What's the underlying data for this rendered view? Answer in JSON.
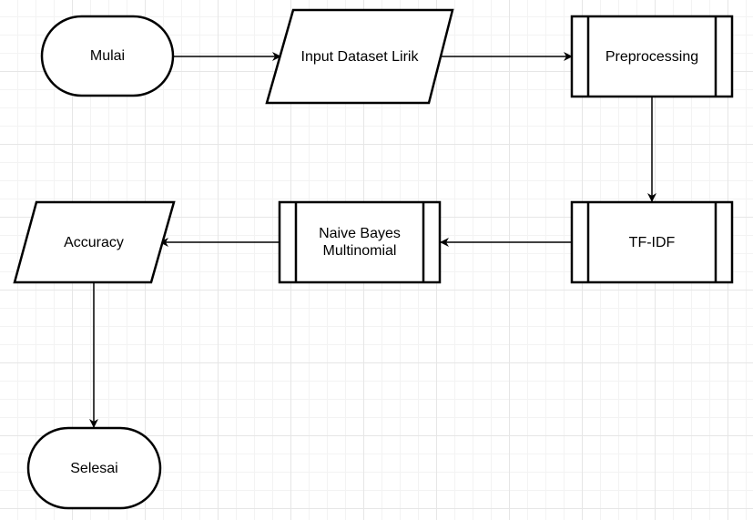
{
  "nodes": {
    "mulai": "Mulai",
    "input_dataset": "Input Dataset  Lirik",
    "preprocessing": "Preprocessing",
    "tfidf": "TF-IDF",
    "naive_bayes": "Naive Bayes\nMultinomial",
    "accuracy": "Accuracy",
    "selesai": "Selesai"
  },
  "colors": {
    "stroke": "#000000",
    "fill": "#ffffff"
  }
}
